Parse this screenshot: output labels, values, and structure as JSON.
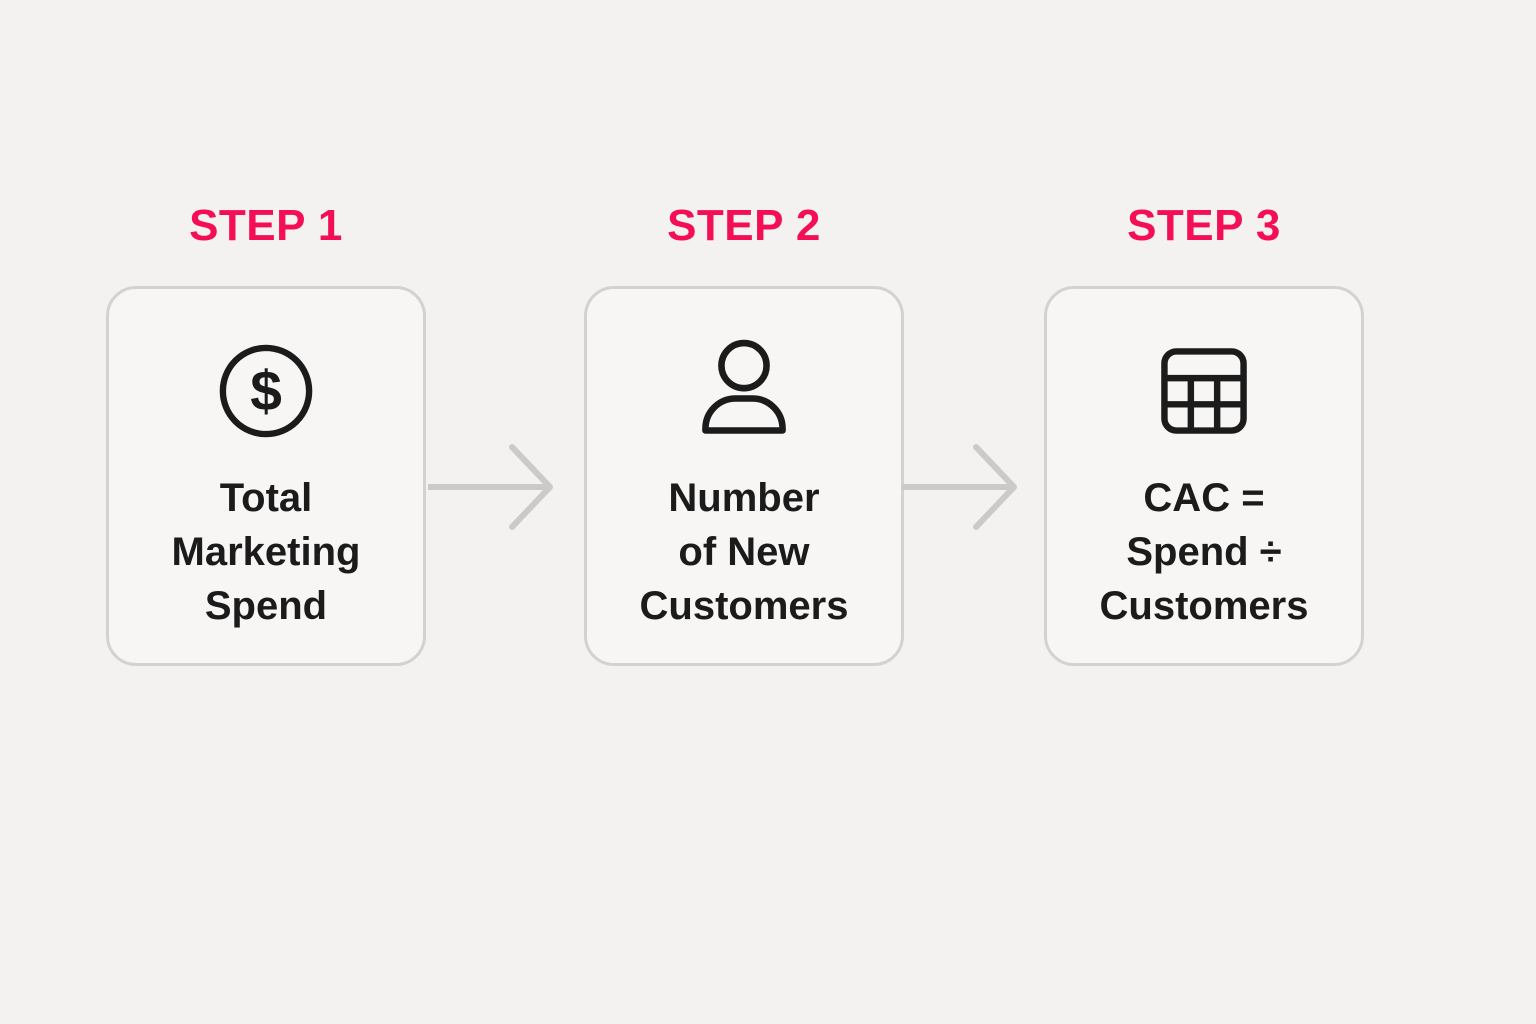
{
  "steps": [
    {
      "label": "STEP 1",
      "icon": "dollar-circle-icon",
      "lines": [
        "Total",
        "Marketing",
        "Spend"
      ]
    },
    {
      "label": "STEP 2",
      "icon": "person-icon",
      "lines": [
        "Number",
        "of New",
        "Customers"
      ]
    },
    {
      "label": "STEP 3",
      "icon": "calculator-icon",
      "lines": [
        "CAC =",
        "Spend ÷",
        "Customers"
      ]
    }
  ],
  "icons": {
    "dollar_symbol": "$"
  },
  "colors": {
    "accent": "#F30E55",
    "ink": "#1B1B1B",
    "background": "#F3F2F1",
    "box_fill": "#F7F6F5",
    "border": "#D3D2D0",
    "arrow": "#CBCAC8"
  }
}
